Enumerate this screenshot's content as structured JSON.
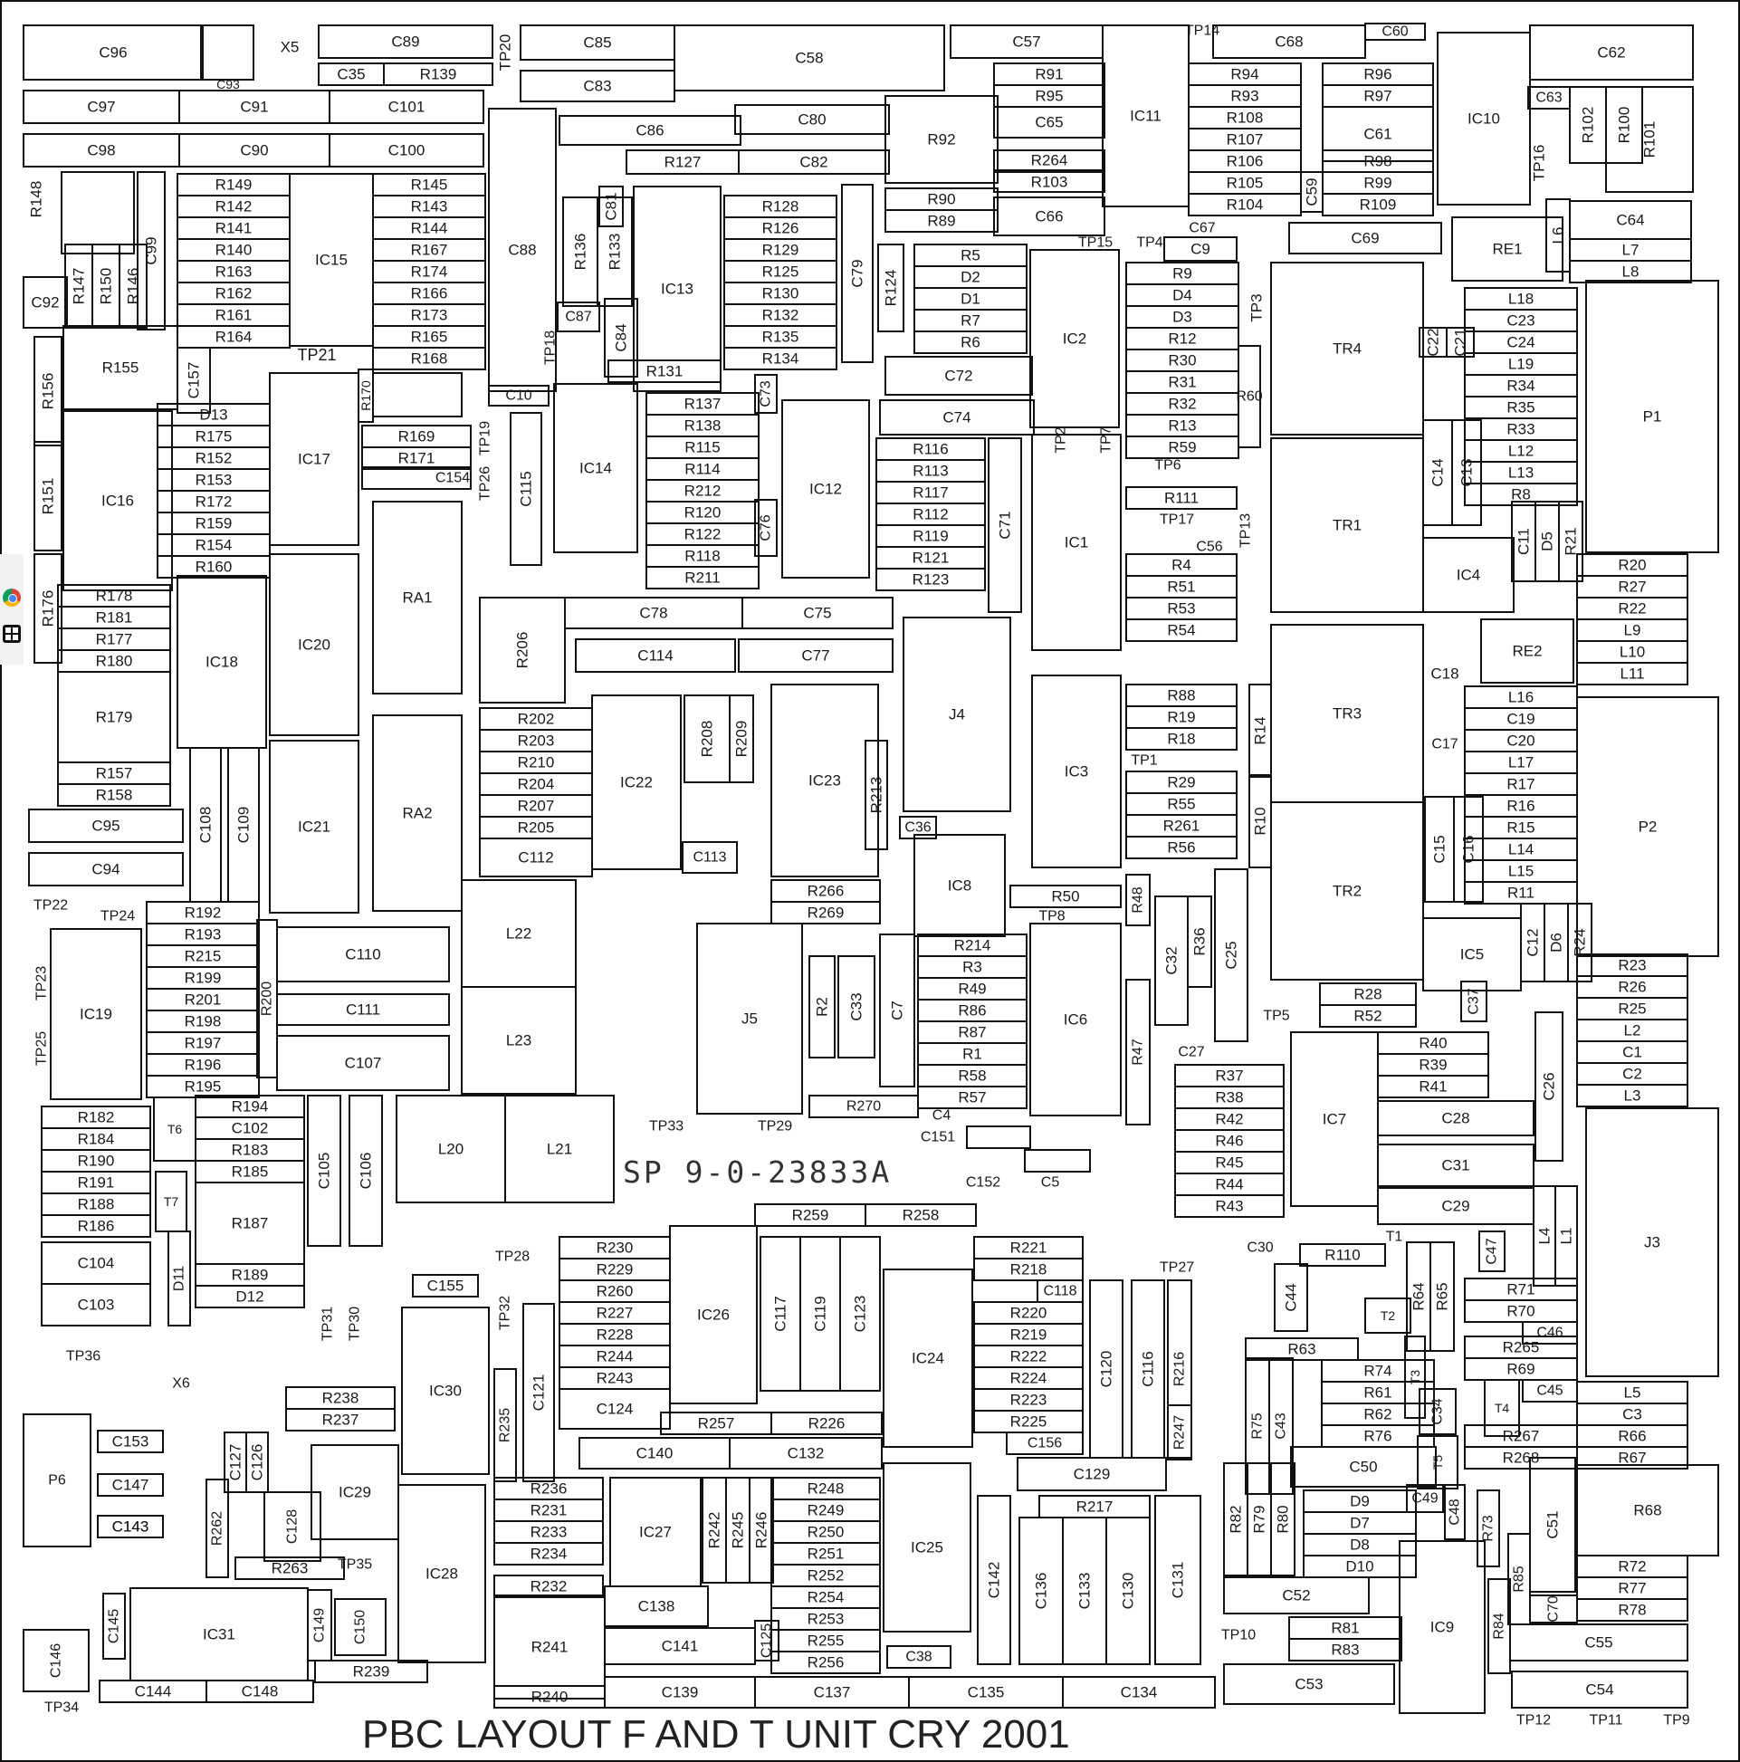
{
  "diagram": {
    "title": "PBC LAYOUT F AND T UNIT CRY 2001",
    "board_code": "SP 9-0-23833A",
    "components": [
      "C96",
      "X5",
      "C89",
      "C35",
      "R139",
      "TP20",
      "C85",
      "C83",
      "C58",
      "C57",
      "IC11",
      "TP14",
      "C68",
      "C60",
      "IC10",
      "C62",
      "C97",
      "C91",
      "C101",
      "C98",
      "C90",
      "C100",
      "C86",
      "C80",
      "R127",
      "C82",
      "R92",
      "R91",
      "R95",
      "C65",
      "R264",
      "R103",
      "R90",
      "R89",
      "C66",
      "R94",
      "R93",
      "R108",
      "R107",
      "R106",
      "R105",
      "R104",
      "C59",
      "R96",
      "R97",
      "C61",
      "R98",
      "R99",
      "R109",
      "C63",
      "R102",
      "R100",
      "R101",
      "TP16",
      "R148",
      "C99",
      "R149",
      "R142",
      "R141",
      "R140",
      "R163",
      "R162",
      "R161",
      "R164",
      "IC15",
      "R145",
      "R143",
      "R144",
      "R167",
      "R174",
      "R166",
      "R173",
      "R165",
      "R168",
      "C88",
      "R136",
      "R133",
      "C81",
      "IC13",
      "R128",
      "R126",
      "R129",
      "R125",
      "R130",
      "R132",
      "R135",
      "R134",
      "C79",
      "R124",
      "R5",
      "D2",
      "D1",
      "R7",
      "R6",
      "TP15",
      "IC2",
      "TP4",
      "C67",
      "C9",
      "R9",
      "D4",
      "D3",
      "R12",
      "R30",
      "R31",
      "R32",
      "R13",
      "R59",
      "R60",
      "TP3",
      "C69",
      "RE1",
      "L6",
      "C64",
      "L7",
      "L8",
      "R147",
      "R150",
      "R146",
      "C92",
      "R155",
      "C157",
      "TP21",
      "IC17",
      "R170",
      "C87",
      "C84",
      "TP18",
      "R131",
      "C72",
      "C74",
      "TR4",
      "C22",
      "C21",
      "L18",
      "C23",
      "C24",
      "L19",
      "R34",
      "R35",
      "R33",
      "L12",
      "L13",
      "R8",
      "P1",
      "R156",
      "IC16",
      "D13",
      "R175",
      "R152",
      "R153",
      "R172",
      "R159",
      "R154",
      "R160",
      "C10",
      "IC14",
      "R137",
      "R138",
      "R115",
      "R114",
      "R212",
      "R120",
      "R122",
      "R118",
      "R211",
      "C73",
      "C76",
      "IC12",
      "R116",
      "R113",
      "R117",
      "R112",
      "R119",
      "R121",
      "R123",
      "C71",
      "IC1",
      "TP2",
      "TP7",
      "TP6",
      "R111",
      "TP17",
      "TP13",
      "C56",
      "R169",
      "R171",
      "TP19",
      "TP26",
      "C154",
      "C115",
      "RA1",
      "TR1",
      "C14",
      "C13",
      "IC4",
      "C11",
      "D5",
      "R21",
      "R20",
      "R27",
      "R22",
      "L9",
      "L10",
      "L11",
      "R151",
      "R176",
      "R178",
      "R181",
      "R177",
      "R180",
      "IC18",
      "IC20",
      "R206",
      "C78",
      "C75",
      "C114",
      "C77",
      "J4",
      "R4",
      "R51",
      "R53",
      "R54",
      "RE2",
      "C18",
      "R179",
      "R202",
      "R203",
      "R210",
      "R204",
      "R207",
      "R205",
      "C112",
      "IC22",
      "R208",
      "R209",
      "IC23",
      "R213",
      "IC3",
      "R88",
      "R19",
      "R18",
      "TP1",
      "R14",
      "TR3",
      "L16",
      "C19",
      "C20",
      "L17",
      "R17",
      "R16",
      "R15",
      "L14",
      "L15",
      "R11",
      "C17",
      "C15",
      "C16",
      "R157",
      "R158",
      "IC21",
      "RA2",
      "C95",
      "C108",
      "C109",
      "C94",
      "C113",
      "R266",
      "R269",
      "C36",
      "IC8",
      "R29",
      "R55",
      "R261",
      "R56",
      "R10",
      "TR2",
      "TP22",
      "TP24",
      "R192",
      "R193",
      "R215",
      "R199",
      "R201",
      "R198",
      "R197",
      "R196",
      "R195",
      "R200",
      "IC19",
      "TP23",
      "TP25",
      "C110",
      "C111",
      "C107",
      "L22",
      "L23",
      "J5",
      "R2",
      "C33",
      "C7",
      "R214",
      "R3",
      "R49",
      "R86",
      "R87",
      "R1",
      "R58",
      "R57",
      "R50",
      "TP8",
      "R48",
      "IC6",
      "C32",
      "R36",
      "C25",
      "IC5",
      "C12",
      "D6",
      "R24",
      "P2",
      "R23",
      "R26",
      "R25",
      "L2",
      "C1",
      "C2",
      "L3",
      "R28",
      "R52",
      "C37",
      "TP5",
      "R47",
      "C27",
      "R37",
      "R38",
      "R42",
      "R46",
      "R45",
      "R44",
      "R43",
      "IC7",
      "R40",
      "R39",
      "R41",
      "C26",
      "C28",
      "C31",
      "C29",
      "C30",
      "R182",
      "R184",
      "R190",
      "R191",
      "R188",
      "R186",
      "T6",
      "R194",
      "C102",
      "R183",
      "R185",
      "C105",
      "C106",
      "L20",
      "L21",
      "TP33",
      "TP29",
      "R270",
      "C4",
      "C151",
      "C152",
      "C5",
      "C104",
      "C103",
      "T7",
      "D11",
      "R187",
      "R189",
      "D12",
      "R259",
      "R258",
      "C155",
      "TP28",
      "R230",
      "R229",
      "R260",
      "R227",
      "R228",
      "R244",
      "R243",
      "C124",
      "IC26",
      "C117",
      "C119",
      "C123",
      "R221",
      "R218",
      "C118",
      "IC24",
      "R220",
      "R219",
      "R222",
      "R224",
      "R223",
      "R225",
      "C156",
      "TP27",
      "C120",
      "C116",
      "R216",
      "R247",
      "R110",
      "T1",
      "C44",
      "C47",
      "R64",
      "R65",
      "T2",
      "R71",
      "R70",
      "C46",
      "L4",
      "L1",
      "R63",
      "R74",
      "R61",
      "R62",
      "R76",
      "C43",
      "R75",
      "T3",
      "C34",
      "R265",
      "R69",
      "C45",
      "T4",
      "J3",
      "TP36",
      "X6",
      "P6",
      "C153",
      "C147",
      "C127",
      "C126",
      "TP31",
      "TP30",
      "IC30",
      "TP32",
      "C121",
      "R235",
      "R257",
      "R226",
      "C140",
      "C132",
      "R238",
      "R237",
      "IC29",
      "C50",
      "T5",
      "C49",
      "R267",
      "R268",
      "L5",
      "C3",
      "R66",
      "R67",
      "R262",
      "C128",
      "C143",
      "R263",
      "TP35",
      "IC28",
      "R236",
      "R231",
      "R233",
      "R234",
      "IC27",
      "R242",
      "R245",
      "R246",
      "R248",
      "R249",
      "R250",
      "R251",
      "R252",
      "R254",
      "R253",
      "R255",
      "R256",
      "C38",
      "IC25",
      "C129",
      "R217",
      "C142",
      "C136",
      "C133",
      "C130",
      "C131",
      "C48",
      "R82",
      "R79",
      "R80",
      "D9",
      "D7",
      "D8",
      "D10",
      "R73",
      "C51",
      "R68",
      "IC9",
      "R85",
      "R72",
      "R77",
      "R78",
      "R84",
      "C70",
      "C145",
      "C149",
      "IC31",
      "C150",
      "R232",
      "R241",
      "C138",
      "C141",
      "C125",
      "C52",
      "TP10",
      "R81",
      "R83",
      "C55",
      "C146",
      "R239",
      "C53",
      "C54",
      "TP34",
      "C144",
      "C148",
      "R240",
      "C139",
      "C137",
      "C135",
      "C134",
      "TP12",
      "TP11",
      "TP9",
      "C93"
    ]
  }
}
